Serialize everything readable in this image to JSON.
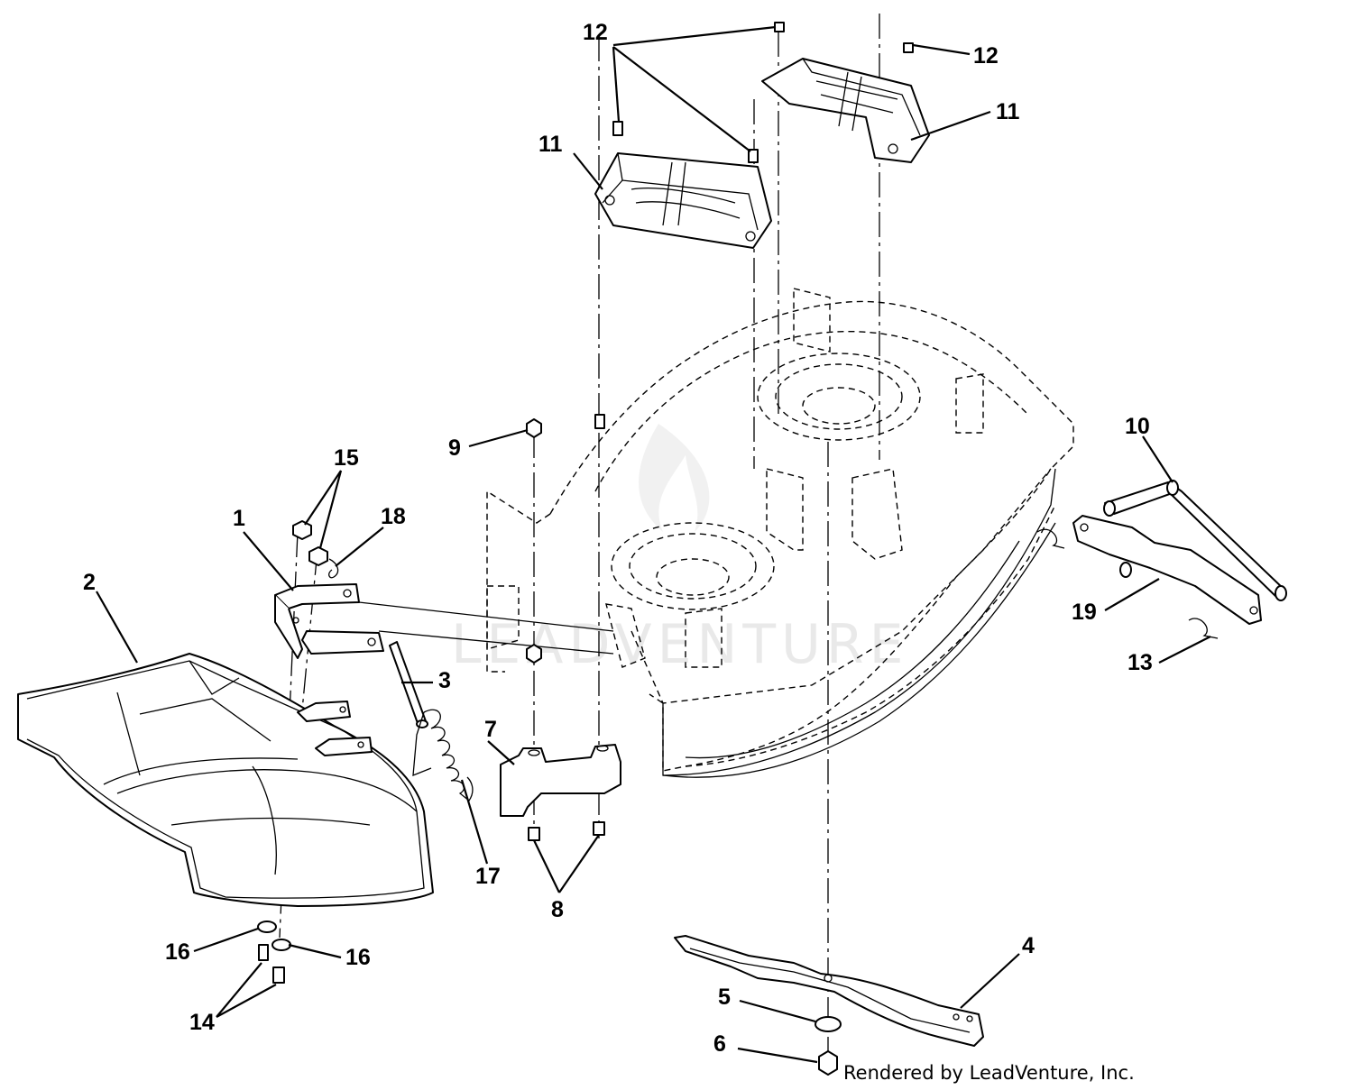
{
  "diagram": {
    "callouts": [
      "1",
      "2",
      "3",
      "4",
      "5",
      "6",
      "7",
      "8",
      "9",
      "10",
      "11",
      "11",
      "12",
      "12",
      "13",
      "14",
      "15",
      "16",
      "16",
      "17",
      "18",
      "19"
    ],
    "watermark": "LEADVENTURE",
    "credit": "Rendered by LeadVenture, Inc."
  }
}
